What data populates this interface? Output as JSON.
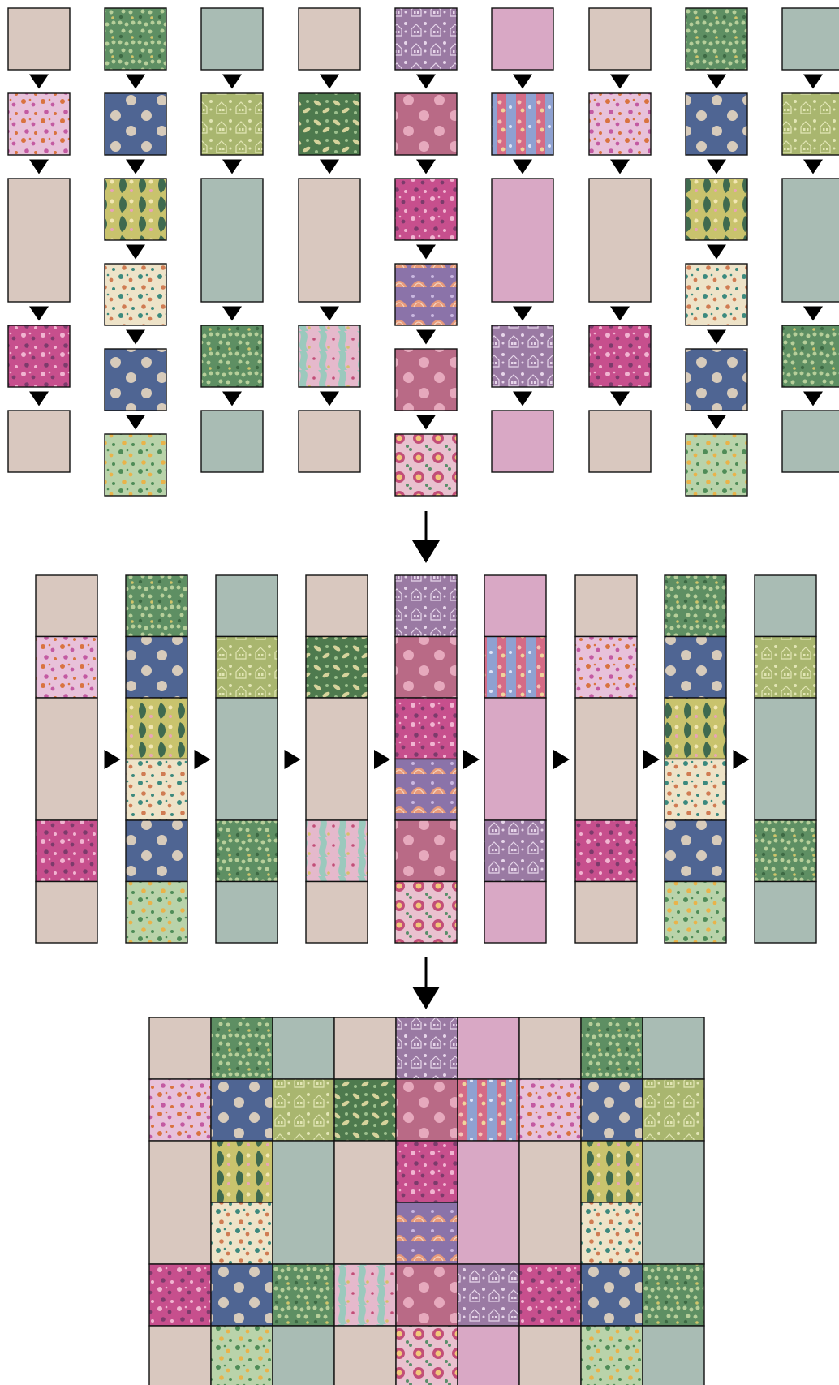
{
  "colors": {
    "beige": "#d9c8bf",
    "sage": "#a9bcb4",
    "pink": "#d9a8c5",
    "outline": "#111111",
    "arrow": "#000000"
  },
  "fabrics": {
    "solid_beige": {
      "name": "solid-beige",
      "kind": "solid",
      "color": "#d9c8bf"
    },
    "solid_sage": {
      "name": "solid-sage",
      "kind": "solid",
      "color": "#a9bcb4"
    },
    "solid_pink": {
      "name": "solid-pink",
      "kind": "solid",
      "color": "#d9a8c5"
    },
    "green_cottage": {
      "name": "green-cottage-print",
      "kind": "cottage",
      "bg": "#5e8f63",
      "fg": "#b7cf9a"
    },
    "pink_flowers_orange": {
      "name": "pink-floral-orange-print",
      "kind": "floral",
      "bg": "#e8c1da",
      "fg": "#d9733f",
      "fg2": "#c35aa2"
    },
    "blue_dots": {
      "name": "blue-polka-dot-print",
      "kind": "dots",
      "bg": "#4f6593",
      "fg": "#d7cbbb"
    },
    "olive_house": {
      "name": "olive-house-print",
      "kind": "house",
      "bg": "#a9b66f",
      "fg": "#e2e6b5"
    },
    "green_leaf": {
      "name": "green-leaf-print",
      "kind": "leaf",
      "bg": "#4e7a4e",
      "fg": "#d6d39c"
    },
    "rose_dots": {
      "name": "rose-polka-dot-print",
      "kind": "dots",
      "bg": "#b96a86",
      "fg": "#e6a9bd"
    },
    "mauve_house": {
      "name": "mauve-house-print",
      "kind": "house",
      "bg": "#9a7aa3",
      "fg": "#e7d6ea"
    },
    "pink_blue_meadow": {
      "name": "pink-blue-meadow-print",
      "kind": "meadow",
      "bg": "#d56b86",
      "fg": "#8fa1d1"
    },
    "yellow_paisley": {
      "name": "yellow-paisley-print",
      "kind": "paisley",
      "bg": "#c9c36d",
      "fg": "#3f6a4f"
    },
    "cream_floral": {
      "name": "cream-floral-print",
      "kind": "floral",
      "bg": "#eee3c8",
      "fg": "#3c8a7e",
      "fg2": "#d07c53"
    },
    "magenta_flowers": {
      "name": "magenta-floral-print",
      "kind": "floral",
      "bg": "#c74f8d",
      "fg": "#f1b5d1",
      "fg2": "#7c3b6b"
    },
    "purple_shell": {
      "name": "purple-shell-print",
      "kind": "shell",
      "bg": "#8b73a9",
      "fg": "#e79a7b"
    },
    "pink_river": {
      "name": "pink-river-print",
      "kind": "river",
      "bg": "#e5b9cc",
      "fg": "#9bc9bd"
    },
    "green_garden": {
      "name": "green-garden-print",
      "kind": "floral",
      "bg": "#b9d3aa",
      "fg": "#4f8c57",
      "fg2": "#e9b34a"
    },
    "pink_medallion": {
      "name": "pink-medallion-print",
      "kind": "medallion",
      "bg": "#e9c1cf",
      "fg": "#c24e78"
    }
  },
  "columns": [
    {
      "id": "col-1",
      "pieces": [
        [
          "solid_beige",
          1
        ],
        [
          "pink_flowers_orange",
          1
        ],
        [
          "solid_beige",
          2
        ],
        [
          "magenta_flowers",
          1
        ],
        [
          "solid_beige",
          1
        ]
      ]
    },
    {
      "id": "col-2",
      "pieces": [
        [
          "green_cottage",
          1
        ],
        [
          "blue_dots",
          1
        ],
        [
          "yellow_paisley",
          1
        ],
        [
          "cream_floral",
          1
        ],
        [
          "blue_dots",
          1
        ],
        [
          "green_garden",
          1
        ]
      ]
    },
    {
      "id": "col-3",
      "pieces": [
        [
          "solid_sage",
          1
        ],
        [
          "olive_house",
          1
        ],
        [
          "solid_sage",
          2
        ],
        [
          "green_cottage",
          1
        ],
        [
          "solid_sage",
          1
        ]
      ]
    },
    {
      "id": "col-4",
      "pieces": [
        [
          "solid_beige",
          1
        ],
        [
          "green_leaf",
          1
        ],
        [
          "solid_beige",
          2
        ],
        [
          "pink_river",
          1
        ],
        [
          "solid_beige",
          1
        ]
      ]
    },
    {
      "id": "col-5",
      "pieces": [
        [
          "mauve_house",
          1
        ],
        [
          "rose_dots",
          1
        ],
        [
          "magenta_flowers",
          1
        ],
        [
          "purple_shell",
          1
        ],
        [
          "rose_dots",
          1
        ],
        [
          "pink_medallion",
          1
        ]
      ]
    },
    {
      "id": "col-6",
      "pieces": [
        [
          "solid_pink",
          1
        ],
        [
          "pink_blue_meadow",
          1
        ],
        [
          "solid_pink",
          2
        ],
        [
          "mauve_house",
          1
        ],
        [
          "solid_pink",
          1
        ]
      ]
    },
    {
      "id": "col-7",
      "pieces": [
        [
          "solid_beige",
          1
        ],
        [
          "pink_flowers_orange",
          1
        ],
        [
          "solid_beige",
          2
        ],
        [
          "magenta_flowers",
          1
        ],
        [
          "solid_beige",
          1
        ]
      ]
    },
    {
      "id": "col-8",
      "pieces": [
        [
          "green_cottage",
          1
        ],
        [
          "blue_dots",
          1
        ],
        [
          "yellow_paisley",
          1
        ],
        [
          "cream_floral",
          1
        ],
        [
          "blue_dots",
          1
        ],
        [
          "green_garden",
          1
        ]
      ]
    },
    {
      "id": "col-9",
      "pieces": [
        [
          "solid_sage",
          1
        ],
        [
          "olive_house",
          1
        ],
        [
          "solid_sage",
          2
        ],
        [
          "green_cottage",
          1
        ],
        [
          "solid_sage",
          1
        ]
      ]
    }
  ],
  "stages": [
    {
      "id": "stage-1",
      "name": "pieces-per-column"
    },
    {
      "id": "stage-2",
      "name": "sewn-column-strips"
    },
    {
      "id": "stage-3",
      "name": "assembled-quilt-top"
    }
  ]
}
